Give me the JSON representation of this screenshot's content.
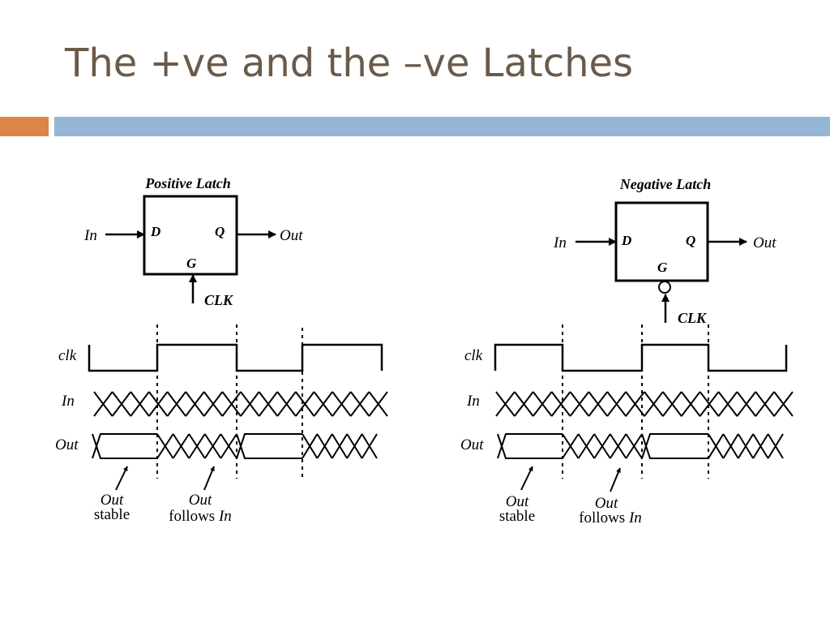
{
  "slide": {
    "title": "The +ve and the –ve Latches"
  },
  "positive": {
    "title": "Positive Latch",
    "in_label": "In",
    "d_label": "D",
    "q_label": "Q",
    "g_label": "G",
    "out_label": "Out",
    "clk_label": "CLK",
    "row_clk": "clk",
    "row_in": "In",
    "row_out": "Out",
    "callout1_line1": "Out",
    "callout1_line2": "stable",
    "callout2_line1": "Out",
    "callout2_line2_a": "follows ",
    "callout2_line2_b": "In"
  },
  "negative": {
    "title": "Negative Latch",
    "in_label": "In",
    "d_label": "D",
    "q_label": "Q",
    "g_label": "G",
    "out_label": "Out",
    "clk_label": "CLK",
    "row_clk": "clk",
    "row_in": "In",
    "row_out": "Out",
    "callout1_line1": "Out",
    "callout1_line2": "stable",
    "callout2_line1": "Out",
    "callout2_line2_a": "follows ",
    "callout2_line2_b": "In"
  },
  "colors": {
    "title": "#6b5a4a",
    "accent_orange": "#dd8546",
    "accent_blue": "#95b6d4",
    "ink": "#000000"
  }
}
